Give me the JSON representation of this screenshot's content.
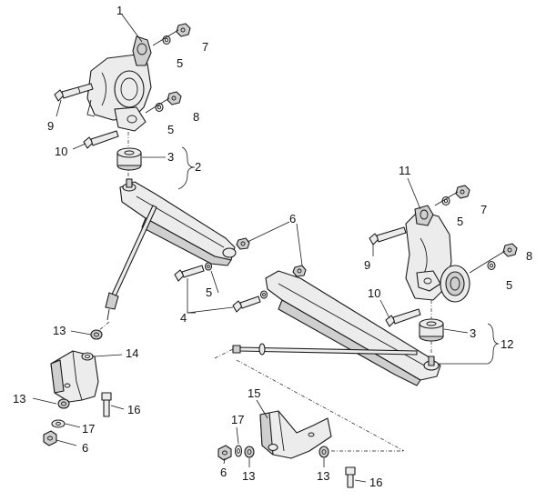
{
  "callouts": {
    "c1": "1",
    "c2": "2",
    "c3a": "3",
    "c3b": "3",
    "c4": "4",
    "c5a": "5",
    "c5b": "5",
    "c5c": "5",
    "c5d": "5",
    "c5e": "5",
    "c6a": "6",
    "c6b": "6",
    "c6c": "6",
    "c7a": "7",
    "c7b": "7",
    "c8a": "8",
    "c8b": "8",
    "c9a": "9",
    "c9b": "9",
    "c10a": "10",
    "c10b": "10",
    "c11": "11",
    "c12": "12",
    "c13a": "13",
    "c13b": "13",
    "c13c": "13",
    "c13d": "13",
    "c14": "14",
    "c15": "15",
    "c16a": "16",
    "c16b": "16",
    "c17a": "17",
    "c17b": "17"
  },
  "colors": {
    "line": "#1a1a1a",
    "part_fill": "#ececec",
    "part_shade": "#cfcfcf"
  }
}
